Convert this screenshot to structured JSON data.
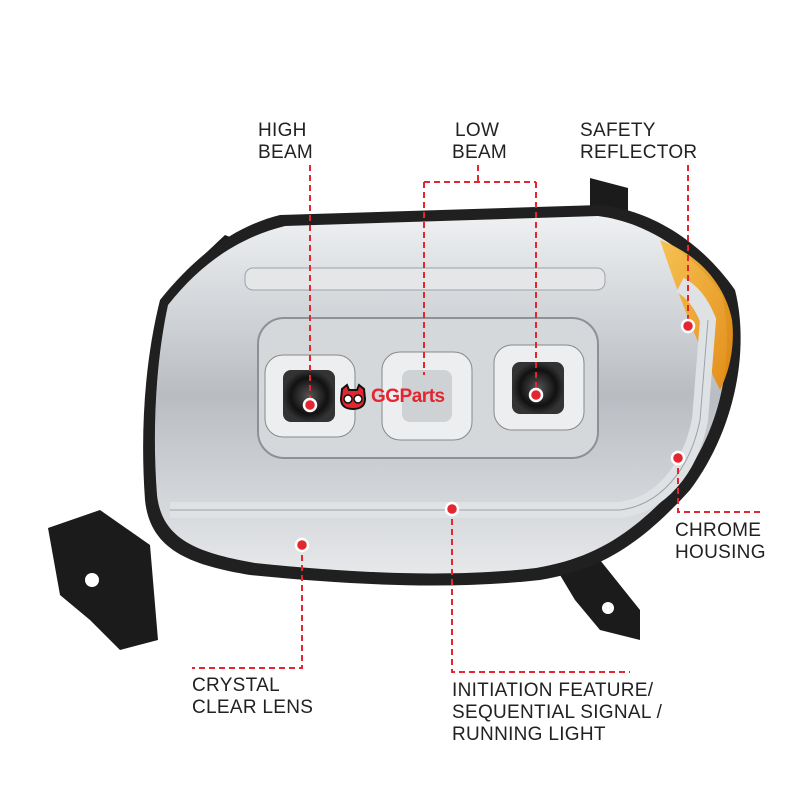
{
  "labels": {
    "high_beam": [
      "HIGH",
      "BEAM"
    ],
    "low_beam": [
      "LOW",
      "BEAM"
    ],
    "safety_reflector": [
      "SAFETY",
      "REFLECTOR"
    ],
    "chrome_housing": [
      "CHROME",
      "HOUSING"
    ],
    "crystal_clear_lens": [
      "CRYSTAL",
      "CLEAR LENS"
    ],
    "initiation": [
      "INITIATION FEATURE/",
      "SEQUENTIAL SIGNAL /",
      "RUNNING LIGHT"
    ]
  },
  "logo": {
    "text": "GGParts"
  },
  "colors": {
    "callout": "#e3262f",
    "text": "#222222",
    "chrome": "#c9ccd0",
    "housing": "#1a1a1a",
    "amber": "#f0a020"
  }
}
